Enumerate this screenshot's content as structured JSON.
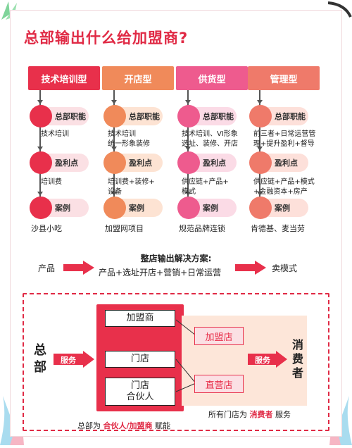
{
  "title": "总部输出什么给加盟商?",
  "columns": [
    {
      "header": "技术培训型",
      "color": "#e8304b",
      "pill_color": "#fbe0e4",
      "dot_color": "#e8304b",
      "duty_label": "总部职能",
      "duty_text": [
        "技术培训"
      ],
      "profit_label": "盈利点",
      "profit_text": [
        "培训费"
      ],
      "case_label": "案例",
      "case_text": "沙县小吃"
    },
    {
      "header": "开店型",
      "color": "#f08a5a",
      "pill_color": "#fde3d3",
      "dot_color": "#f08a5a",
      "duty_label": "总部职能",
      "duty_text": [
        "技术培训",
        "统一形象装修"
      ],
      "profit_label": "盈利点",
      "profit_text": [
        "培训费+装修+",
        "设备"
      ],
      "case_label": "案例",
      "case_text": "加盟网项目"
    },
    {
      "header": "供货型",
      "color": "#ee5b8e",
      "pill_color": "#fbdbe6",
      "dot_color": "#ee5b8e",
      "duty_label": "总部职能",
      "duty_text": [
        "技术培训、VI形象",
        "选址、装修、开店"
      ],
      "profit_label": "盈利点",
      "profit_text": [
        "供应链+产品+",
        "模式"
      ],
      "case_label": "案例",
      "case_text": "规范品牌连锁"
    },
    {
      "header": "管理型",
      "color": "#ef7a6a",
      "pill_color": "#fde0da",
      "dot_color": "#ef7a6a",
      "duty_label": "总部职能",
      "duty_text": [
        "前三者+日常运营管",
        "理+提升盈利+督导"
      ],
      "profit_label": "盈利点",
      "profit_text": [
        "供应链+产品+模式",
        "+金融资本+房产"
      ],
      "case_label": "案例",
      "case_text": "肯德基、麦当劳"
    }
  ],
  "summary": {
    "title": "整店输出解决方案:",
    "left": "产品",
    "middle": "产品+选址开店+营销+日常运营",
    "right": "卖模式"
  },
  "model": {
    "hq": "总部",
    "service_left": "服务",
    "boxes": [
      "加盟商",
      "门店",
      "门店\n合伙人"
    ],
    "franchise_store": "加盟店",
    "direct_store": "直营店",
    "service_right": "服务",
    "consumer": "消费者",
    "footer_left_prefix": "总部为 ",
    "footer_left_hl": "合伙人/加盟商",
    "footer_left_suffix": " 赋能",
    "footer_right_prefix": "所有门店为 ",
    "footer_right_hl": "消费者",
    "footer_right_suffix": " 服务"
  },
  "colors": {
    "accent": "#e02a45",
    "red": "#e8304b",
    "peach": "#fde6d9"
  }
}
